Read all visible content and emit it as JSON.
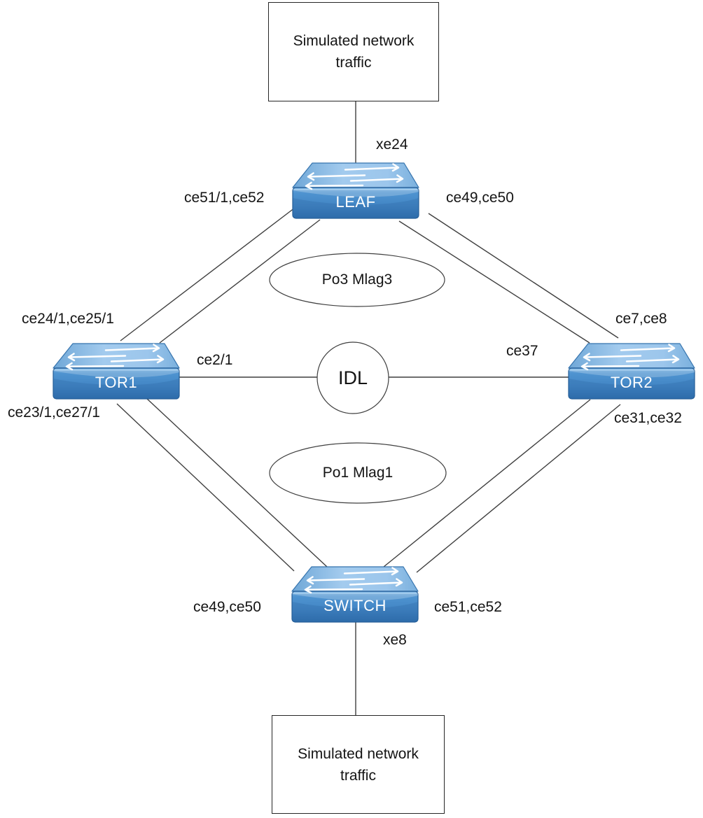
{
  "diagram": {
    "nodes": {
      "traffic_top": {
        "label": "Simulated network traffic"
      },
      "leaf": {
        "label": "LEAF"
      },
      "tor1": {
        "label": "TOR1"
      },
      "tor2": {
        "label": "TOR2"
      },
      "idl": {
        "label": "IDL"
      },
      "mlag3": {
        "label": "Po3 Mlag3"
      },
      "mlag1": {
        "label": "Po1 Mlag1"
      },
      "switch": {
        "label": "SWITCH"
      },
      "traffic_bottom": {
        "label": "Simulated network traffic"
      }
    },
    "port_labels": {
      "leaf_uplink": "xe24",
      "leaf_to_tor1": "ce51/1,ce52",
      "leaf_to_tor2": "ce49,ce50",
      "tor1_to_leaf": "ce24/1,ce25/1",
      "tor1_to_idl": "ce2/1",
      "tor1_to_switch": "ce23/1,ce27/1",
      "tor2_to_leaf": "ce7,ce8",
      "tor2_to_idl": "ce37",
      "tor2_to_switch": "ce31,ce32",
      "switch_to_tor1": "ce49,ce50",
      "switch_to_tor2": "ce51,ce52",
      "switch_downlink": "xe8"
    },
    "colors": {
      "switch_top_face": "#9fc8ea",
      "switch_front_face": "#4285c4",
      "switch_border": "#245d97",
      "edge_line": "#3f3f3f",
      "label_text": "#141414",
      "node_text": "#ffffff",
      "background": "#ffffff"
    }
  }
}
